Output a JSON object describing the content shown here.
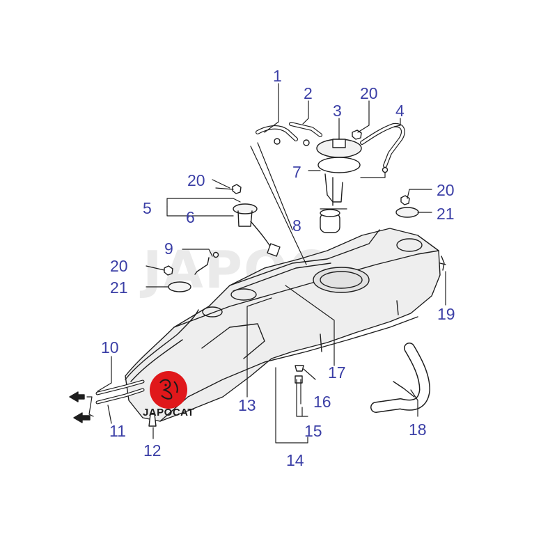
{
  "callouts": {
    "n1": "1",
    "n2": "2",
    "n3": "3",
    "n4": "4",
    "n5": "5",
    "n6": "6",
    "n7": "7",
    "n8": "8",
    "n9": "9",
    "n10": "10",
    "n11": "11",
    "n12": "12",
    "n13": "13",
    "n14": "14",
    "n15": "15",
    "n16": "16",
    "n17": "17",
    "n18": "18",
    "n19": "19",
    "n20a": "20",
    "n20b": "20",
    "n20c": "20",
    "n20d": "20",
    "n21a": "21",
    "n21b": "21"
  },
  "watermark": "JAPOCAT",
  "logo": {
    "text": "JAPOCAT",
    "color": "#e0181b"
  },
  "colors": {
    "callout": "#3b3fa6",
    "line": "#1e1e1e",
    "tank_fill": "#e8e8e8"
  }
}
